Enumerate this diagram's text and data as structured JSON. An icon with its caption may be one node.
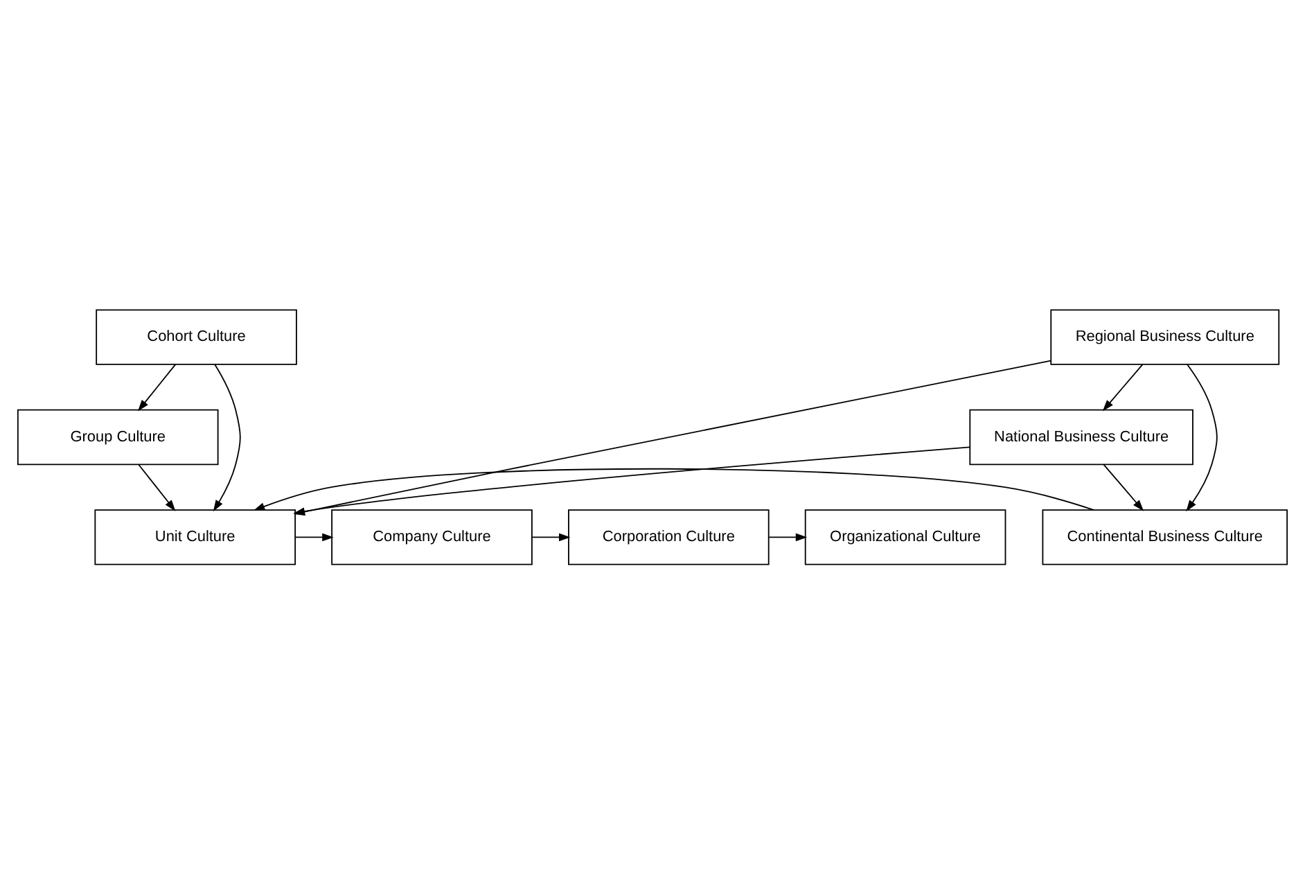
{
  "diagram": {
    "nodes": [
      {
        "text": [
          "Cohort Culture"
        ]
      },
      {
        "text": [
          "Group Culture"
        ]
      },
      {
        "text": [
          "Unit Culture"
        ]
      },
      {
        "text": [
          "Company Culture"
        ]
      },
      {
        "text": [
          "Corporation Culture"
        ]
      },
      {
        "text": [
          "Organizational Culture"
        ]
      },
      {
        "text": [
          "Regional Business Culture"
        ]
      },
      {
        "text": [
          "National Business Culture"
        ]
      },
      {
        "text": [
          "Continental Business Culture"
        ]
      }
    ],
    "edges": [
      {
        "from": 0,
        "to": 2,
        "arrow": "to"
      },
      {
        "from": 0,
        "to": 1,
        "arrow": "to"
      },
      {
        "from": 1,
        "to": 2,
        "arrow": "to"
      },
      {
        "from": 2,
        "to": 3,
        "arrow": "to"
      },
      {
        "from": 3,
        "to": 4,
        "arrow": "to"
      },
      {
        "from": 4,
        "to": 5,
        "arrow": "to"
      },
      {
        "from": 8,
        "to": 2,
        "arrow": "to"
      },
      {
        "from": 7,
        "to": 2,
        "arrow": "to"
      },
      {
        "from": 6,
        "to": 2,
        "arrow": "to"
      },
      {
        "from": 6,
        "to": 7,
        "arrow": "to"
      },
      {
        "from": 7,
        "to": 8,
        "arrow": "to"
      },
      {
        "from": 6,
        "to": 8,
        "arrow": "to"
      }
    ]
  }
}
